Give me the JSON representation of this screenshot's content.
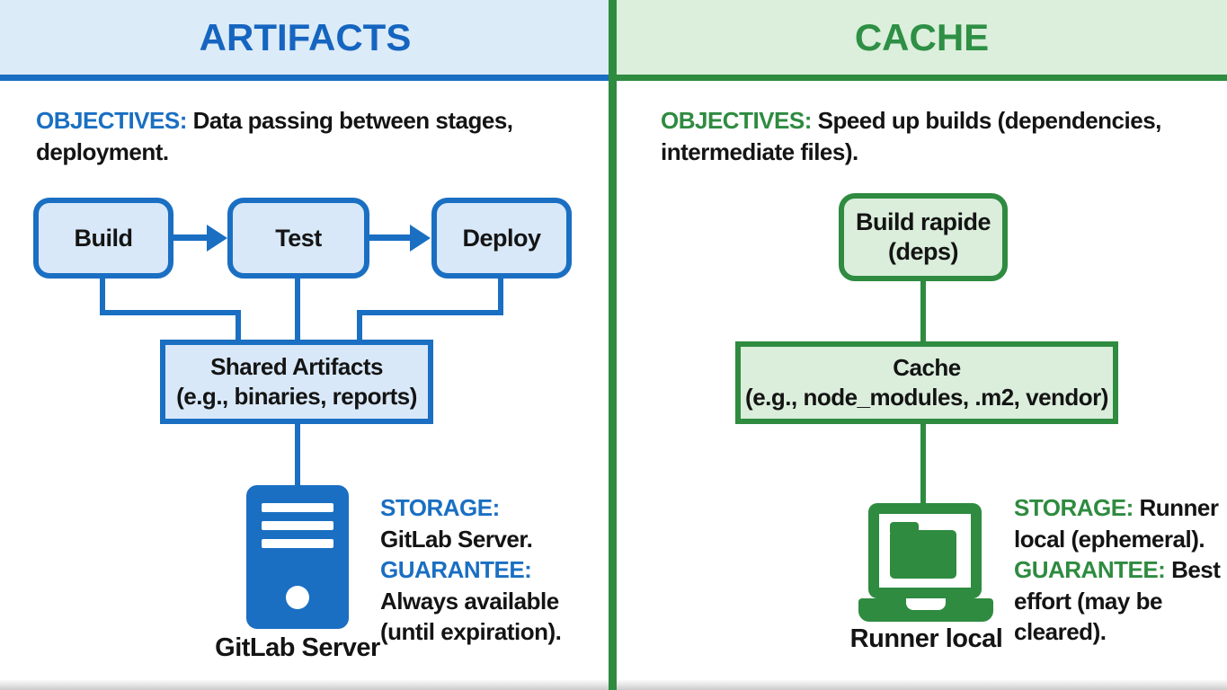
{
  "left": {
    "title": "ARTIFACTS",
    "objectives": [
      [
        {
          "t": "OBJECTIVES:",
          "k": "l"
        },
        {
          "t": " Data passing between stages,",
          "k": "t"
        }
      ],
      [
        {
          "t": "deployment.",
          "k": "t"
        }
      ]
    ],
    "flow": [
      "Build",
      "Test",
      "Deploy"
    ],
    "shared_box": {
      "line1": "Shared Artifacts",
      "line2": "(e.g., binaries, reports)"
    },
    "icon": "server-icon",
    "icon_caption": "GitLab Server",
    "info": [
      [
        {
          "t": "STORAGE:",
          "k": "l"
        }
      ],
      [
        {
          "t": "GitLab Server.",
          "k": "t"
        }
      ],
      [
        {
          "t": "GUARANTEE:",
          "k": "l"
        }
      ],
      [
        {
          "t": "Always available",
          "k": "t"
        }
      ],
      [
        {
          "t": "(until expiration).",
          "k": "t"
        }
      ]
    ],
    "colors": {
      "accent": "#1a6fc2",
      "title": "#1565c0",
      "box_fill": "#d8e8f8",
      "header_bg": "#dcebf8"
    }
  },
  "right": {
    "title": "CACHE",
    "objectives": [
      [
        {
          "t": "OBJECTIVES:",
          "k": "l"
        },
        {
          "t": " Speed up builds (dependencies,",
          "k": "t"
        }
      ],
      [
        {
          "t": "intermediate files).",
          "k": "t"
        }
      ]
    ],
    "top_box": {
      "line1": "Build rapide",
      "line2": "(deps)"
    },
    "cache_box": {
      "line1": "Cache",
      "line2": "(e.g., node_modules, .m2, vendor)"
    },
    "icon": "laptop-folder-icon",
    "icon_caption": "Runner local",
    "info": [
      [
        {
          "t": "STORAGE:",
          "k": "l"
        },
        {
          "t": " Runner",
          "k": "t"
        }
      ],
      [
        {
          "t": "local (ephemeral).",
          "k": "t"
        }
      ],
      [
        {
          "t": "GUARANTEE:",
          "k": "l"
        },
        {
          "t": " Best",
          "k": "t"
        }
      ],
      [
        {
          "t": "effort (may be",
          "k": "t"
        }
      ],
      [
        {
          "t": "cleared).",
          "k": "t"
        }
      ]
    ],
    "colors": {
      "accent": "#2e8b40",
      "title": "#2e8f45",
      "box_fill": "#daeedb",
      "header_bg": "#dbefdc"
    }
  }
}
